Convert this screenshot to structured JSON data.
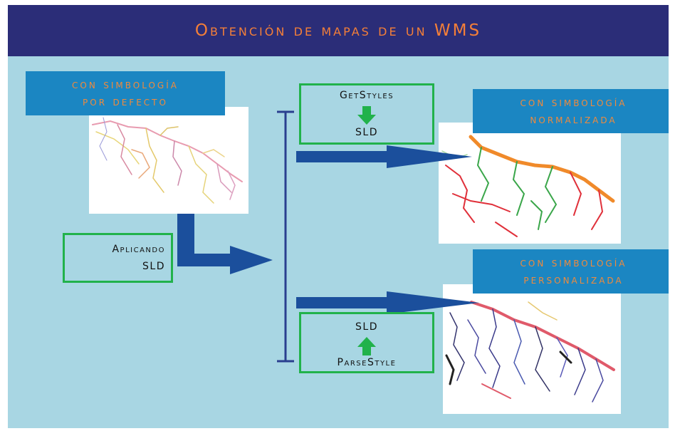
{
  "title": "Obtención de mapas de un WMS",
  "labels": {
    "default_line1": "con simbología",
    "default_line2": "por defecto",
    "normalized_line1": "con simbología",
    "normalized_line2": "normalizada",
    "custom_line1": "con simbología",
    "custom_line2": "personalizada"
  },
  "boxes": {
    "getstyles": "GetStyles",
    "sld_top": "SLD",
    "applying": "Aplicando",
    "applying_sld": "SLD",
    "sld_bottom": "SLD",
    "parsestyle": "ParseStyle"
  },
  "colors": {
    "background": "#a8d6e3",
    "title_bar": "#2b2d78",
    "title_text": "#f47f38",
    "label_box": "#1b86c2",
    "green_border": "#21b24b",
    "arrow": "#1b4f9c",
    "bracket": "#2a3f8f"
  }
}
